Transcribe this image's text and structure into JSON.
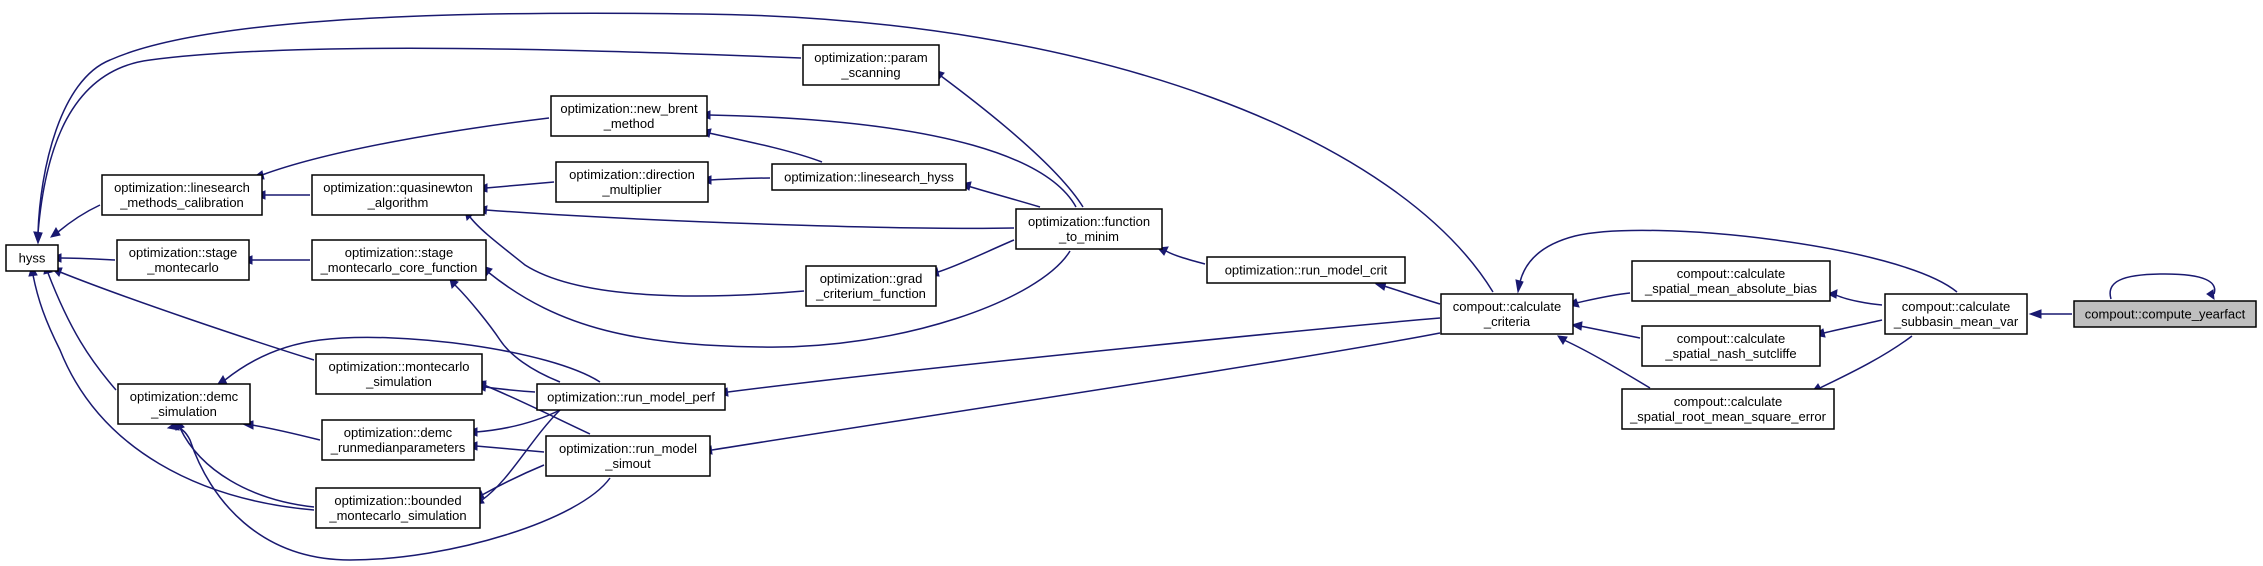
{
  "graph": {
    "edge_color": "#191970",
    "root_fill": "#bfbfbf",
    "nodes": {
      "hyss": [
        "hyss"
      ],
      "param": [
        "optimization::param",
        "_scanning"
      ],
      "newbrent": [
        "optimization::new_brent",
        "_method"
      ],
      "direction": [
        "optimization::direction",
        "_multiplier"
      ],
      "lsh": [
        "optimization::linesearch_hyss"
      ],
      "lsmc": [
        "optimization::linesearch",
        "_methods_calibration"
      ],
      "qn": [
        "optimization::quasinewton",
        "_algorithm"
      ],
      "fmin": [
        "optimization::function",
        "_to_minim"
      ],
      "smc": [
        "optimization::stage",
        "_montecarlo"
      ],
      "smccore": [
        "optimization::stage",
        "_montecarlo_core_function"
      ],
      "grad": [
        "optimization::grad",
        "_criterium_function"
      ],
      "rmc": [
        "optimization::run_model_crit"
      ],
      "cc": [
        "compout::calculate",
        "_criteria"
      ],
      "mab": [
        "compout::calculate",
        "_spatial_mean_absolute_bias"
      ],
      "nash": [
        "compout::calculate",
        "_spatial_nash_sutcliffe"
      ],
      "rmse": [
        "compout::calculate",
        "_spatial_root_mean_square_error"
      ],
      "smv": [
        "compout::calculate",
        "_subbasin_mean_var"
      ],
      "yearfact": [
        "compout::compute_yearfact"
      ],
      "mcsim": [
        "optimization::montecarlo",
        "_simulation"
      ],
      "rmp": [
        "optimization::run_model_perf"
      ],
      "demcsim": [
        "optimization::demc",
        "_simulation"
      ],
      "demcrun": [
        "optimization::demc",
        "_runmedianparameters"
      ],
      "rms": [
        "optimization::run_model",
        "_simout"
      ],
      "bmc": [
        "optimization::bounded",
        "_montecarlo_simulation"
      ]
    }
  }
}
